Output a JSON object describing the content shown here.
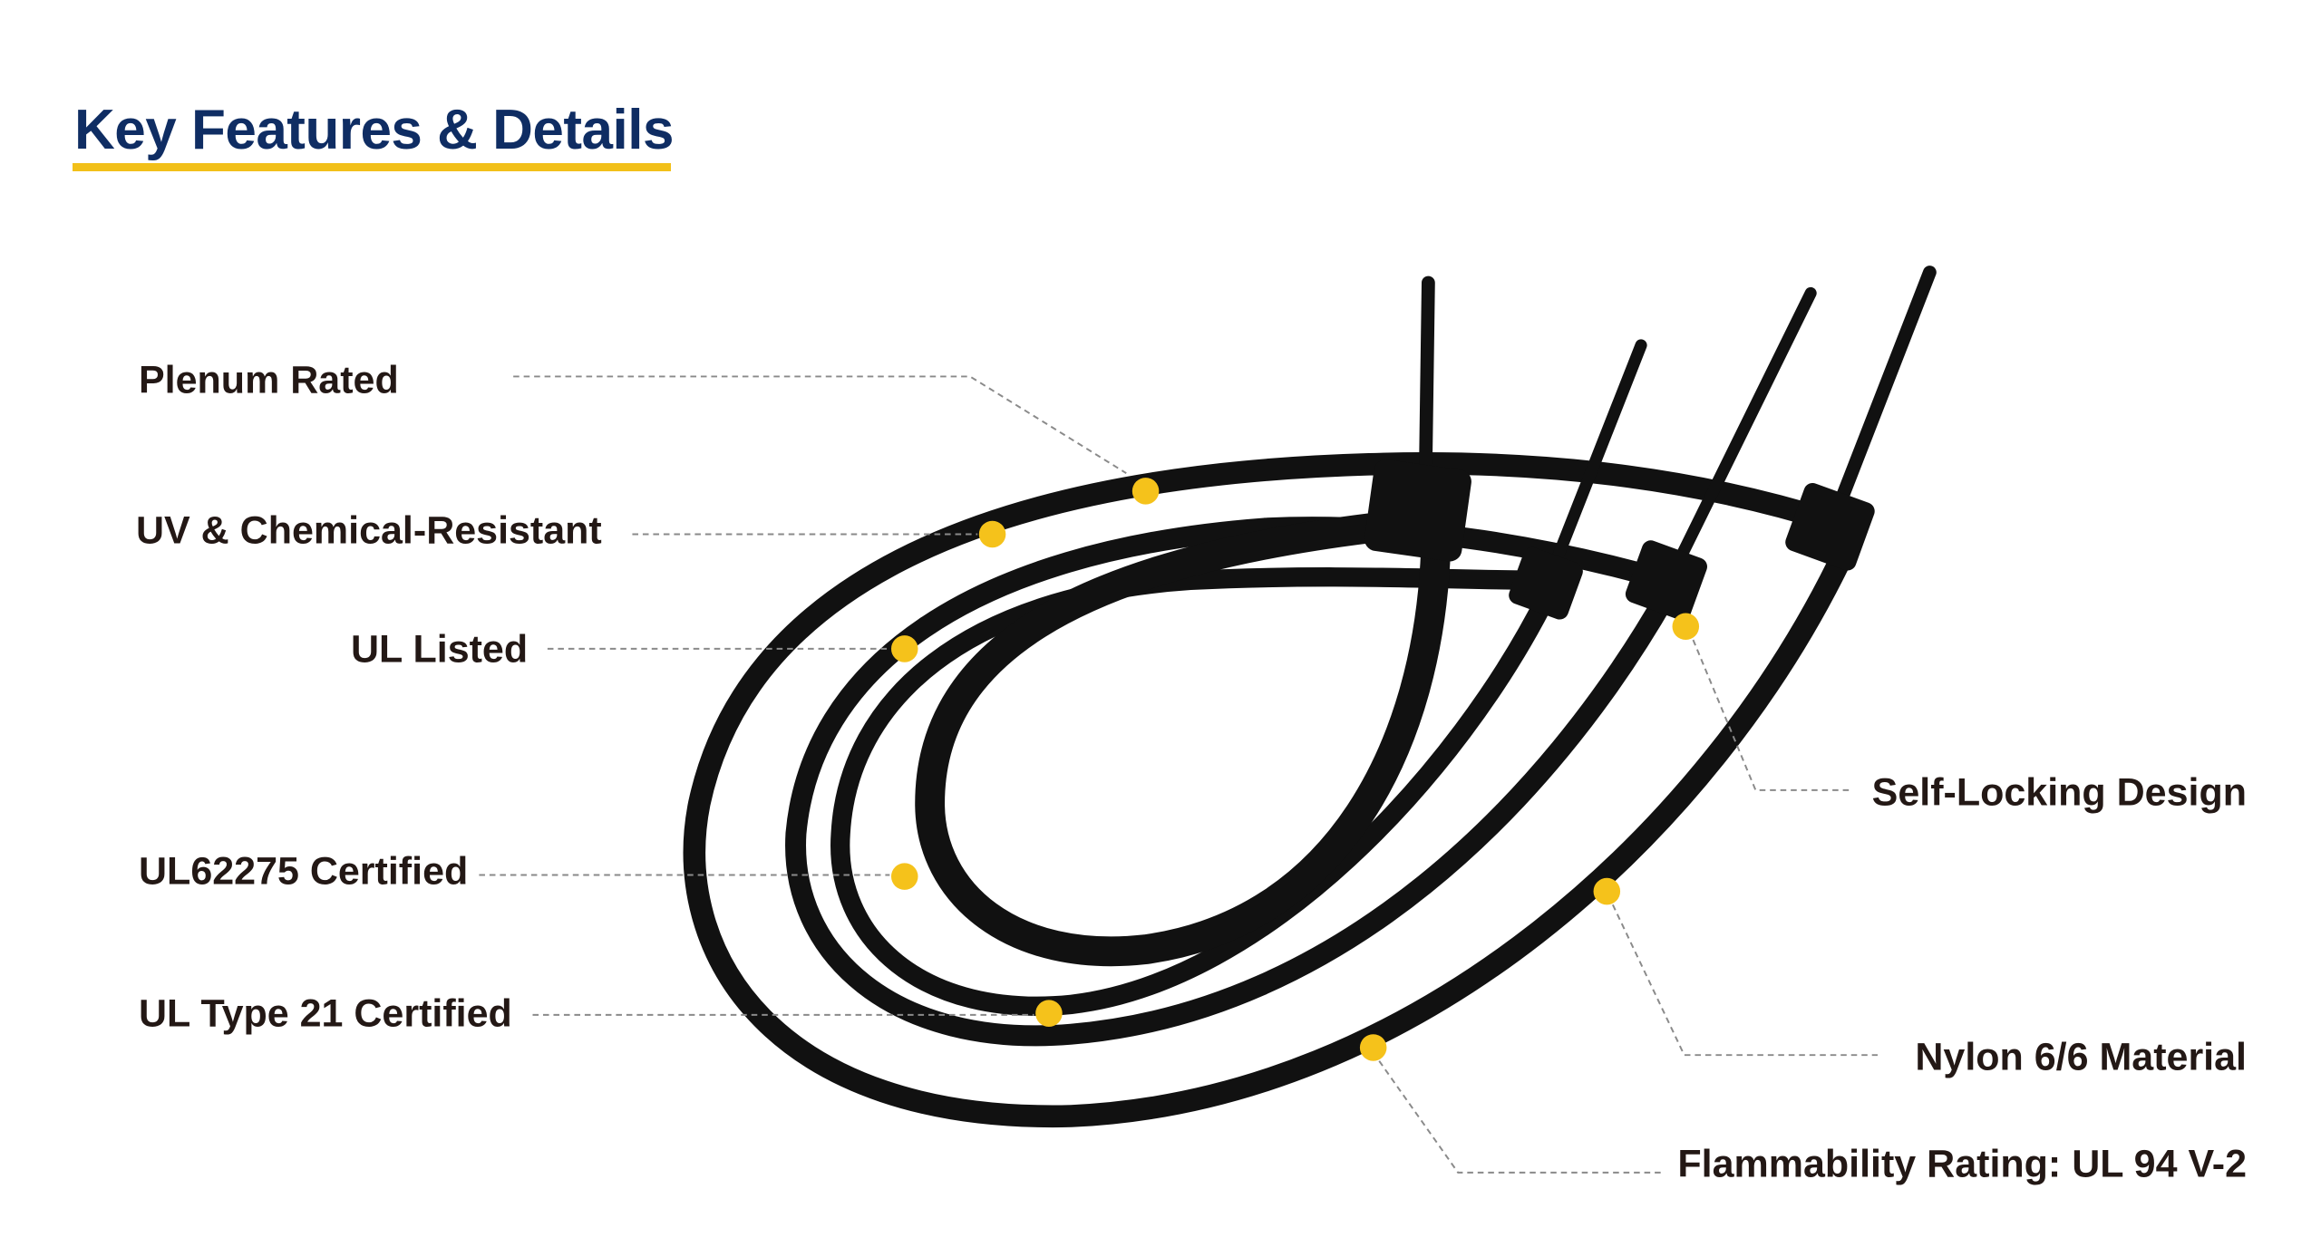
{
  "title": "Key Features & Details",
  "colors": {
    "title": "#0f2d63",
    "accent": "#f2c019",
    "text": "#231815",
    "tie": "#111111"
  },
  "features": {
    "left": [
      {
        "label": "Plenum Rated"
      },
      {
        "label": "UV & Chemical-Resistant"
      },
      {
        "label": "UL Listed"
      },
      {
        "label": "UL62275 Certified"
      },
      {
        "label": "UL Type 21 Certified"
      }
    ],
    "right": [
      {
        "label": "Self-Locking Design"
      },
      {
        "label": "Nylon 6/6 Material"
      },
      {
        "label": "Flammability Rating: UL 94 V-2"
      }
    ]
  }
}
